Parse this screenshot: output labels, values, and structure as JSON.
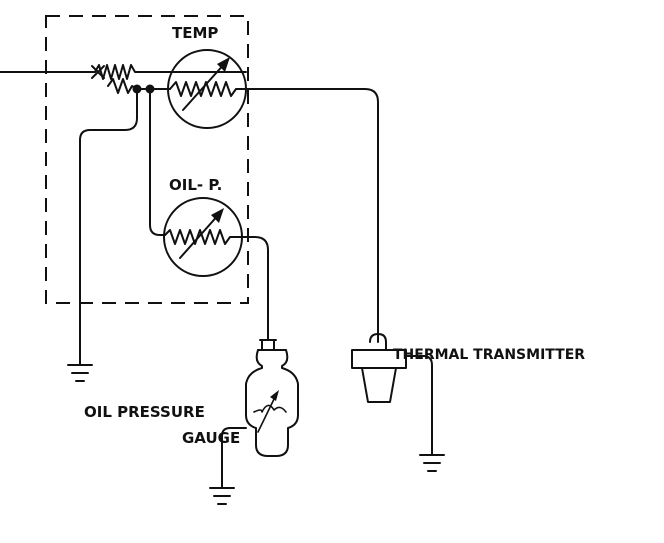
{
  "labels": {
    "temp": "TEMP",
    "oil_p": "OIL- P.",
    "thermal_transmitter": "THERMAL TRANSMITTER",
    "oil_pressure_line1": "OIL PRESSURE",
    "oil_pressure_line2": "GAUGE"
  },
  "colors": {
    "line": "#111111",
    "background": "#ffffff"
  }
}
